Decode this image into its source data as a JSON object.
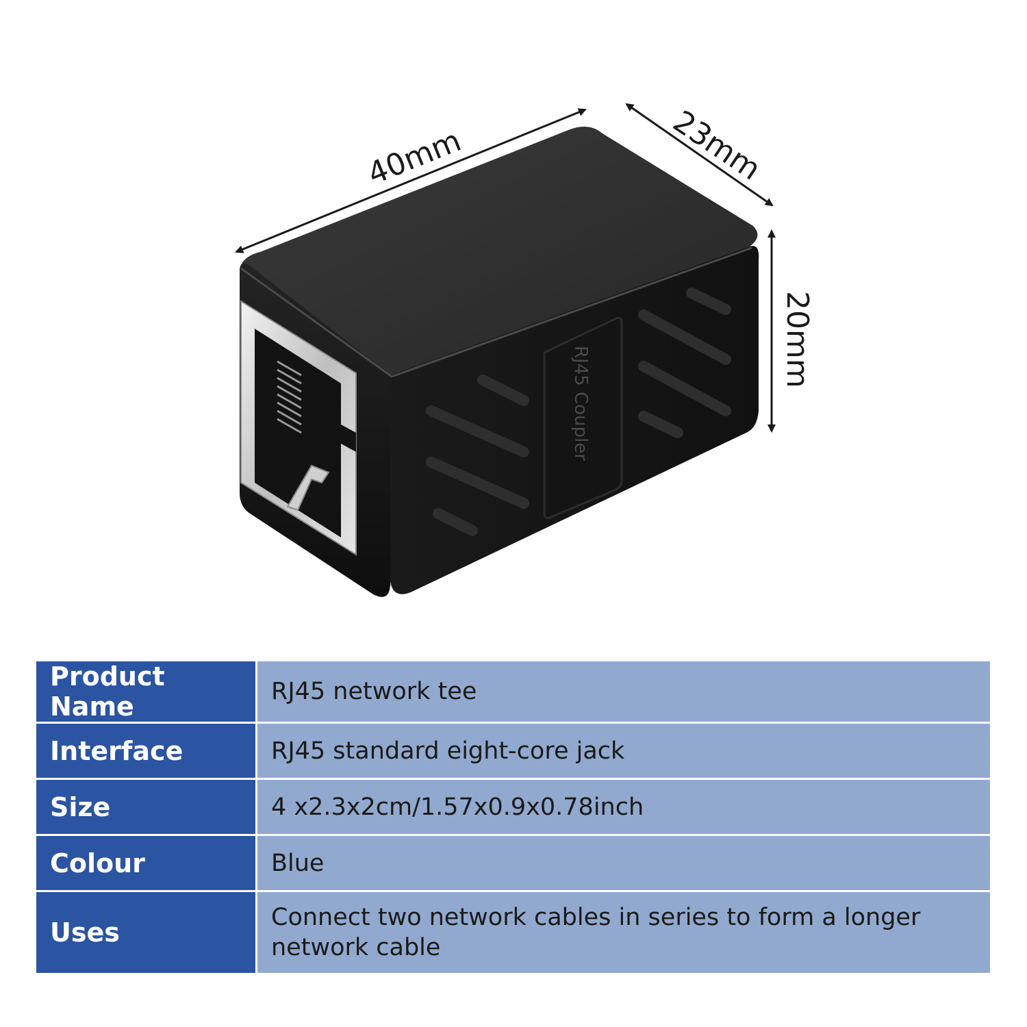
{
  "dimensions": {
    "length": "40mm",
    "width": "23mm",
    "height": "20mm"
  },
  "relief_text": "RJ45 Coupler",
  "colors": {
    "label_cell_bg": "#2b54a2",
    "value_cell_bg": "#92a9cf",
    "body": "#1c1c1c"
  },
  "specs": [
    {
      "label": "Product Name",
      "value": "RJ45 network tee"
    },
    {
      "label": "Interface",
      "value": "RJ45 standard eight-core jack"
    },
    {
      "label": "Size",
      "value": "4 x2.3x2cm/1.57x0.9x0.78inch"
    },
    {
      "label": "Colour",
      "value": "Blue"
    },
    {
      "label": "Uses",
      "value": "Connect two network cables in series to form a longer network cable"
    }
  ]
}
